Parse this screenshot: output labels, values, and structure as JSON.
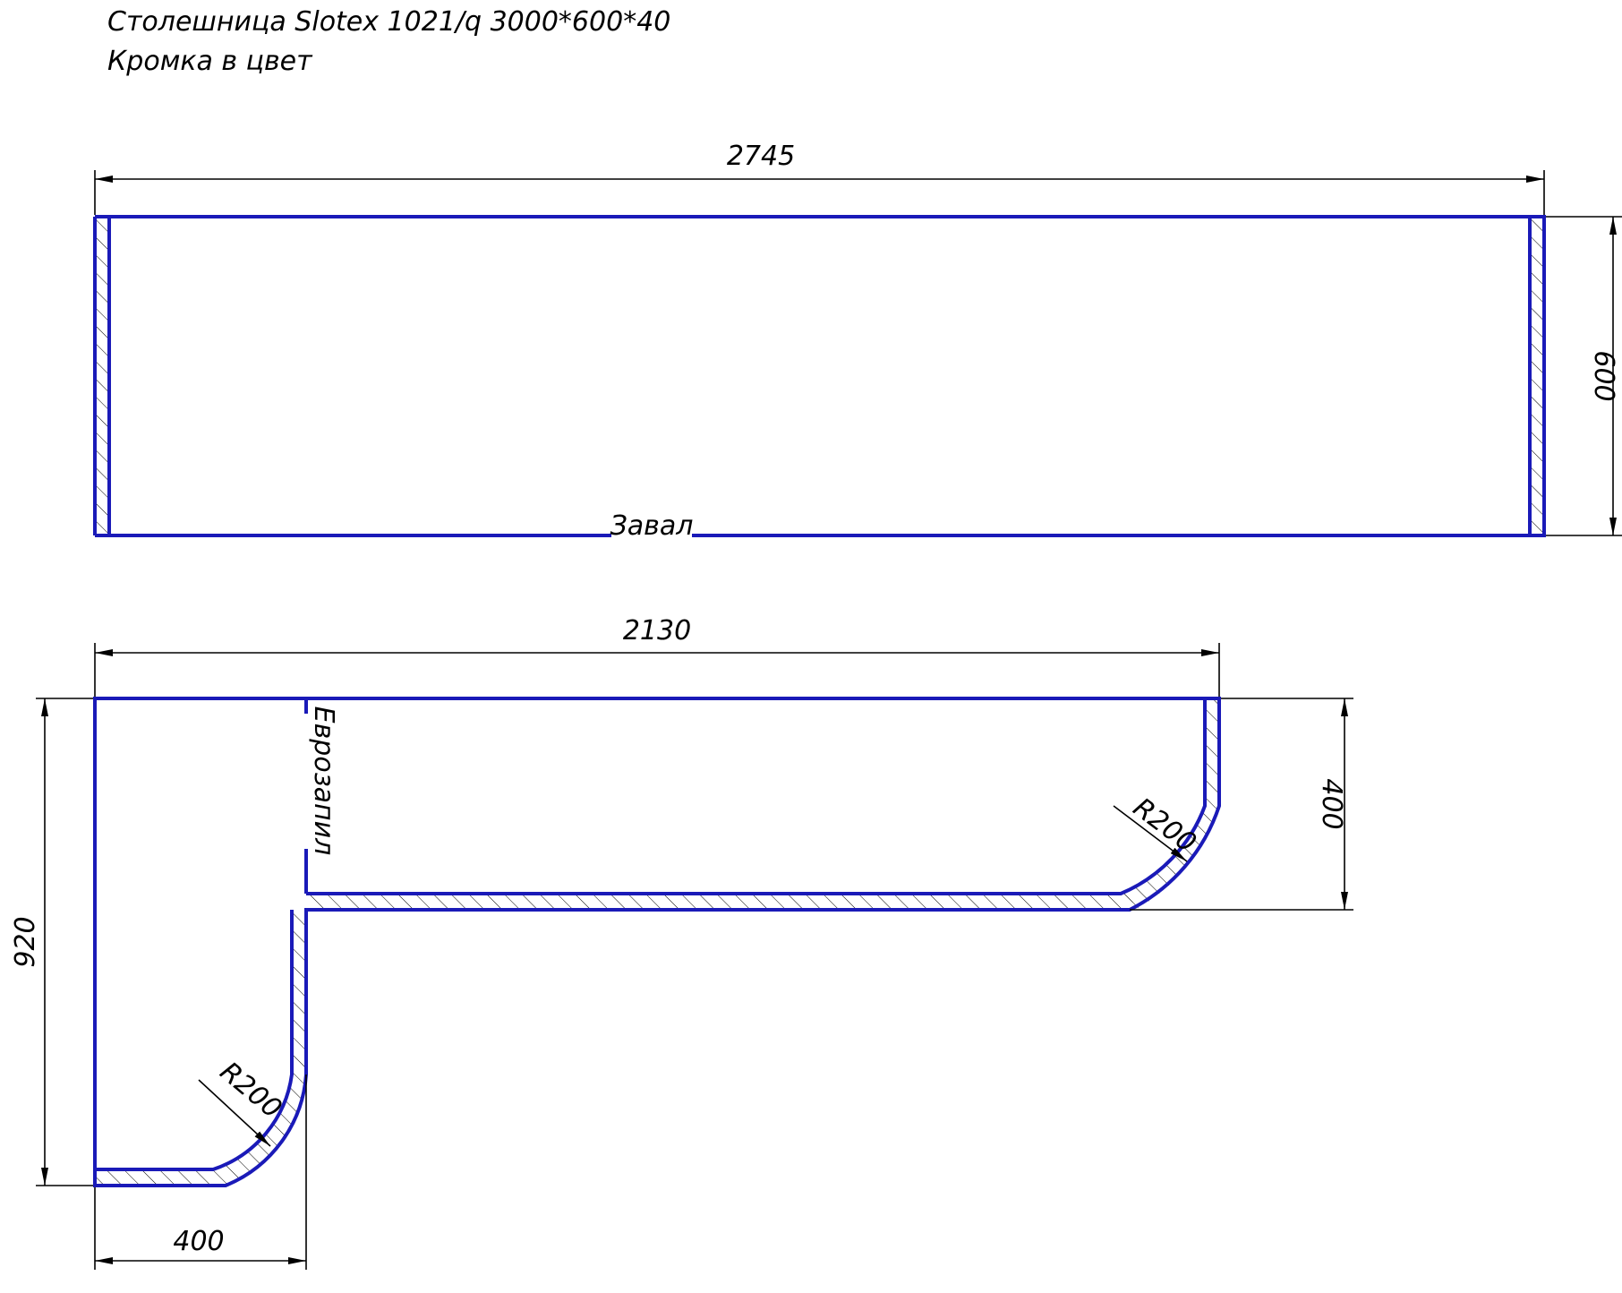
{
  "header": {
    "line1": "Столешница Slotex 1021/q 3000*600*40",
    "line2": "Кромка в цвет"
  },
  "top_part": {
    "dim_width": "2745",
    "dim_height": "600",
    "edge_label": "Завал"
  },
  "bottom_part": {
    "dim_width": "2130",
    "dim_height_total": "920",
    "dim_height_right": "400",
    "dim_width_left": "400",
    "joint_label": "Еврозапил",
    "radius_right": "R200",
    "radius_left": "R200"
  },
  "colors": {
    "outline": "#1a1ab8",
    "dimension": "#000000"
  }
}
